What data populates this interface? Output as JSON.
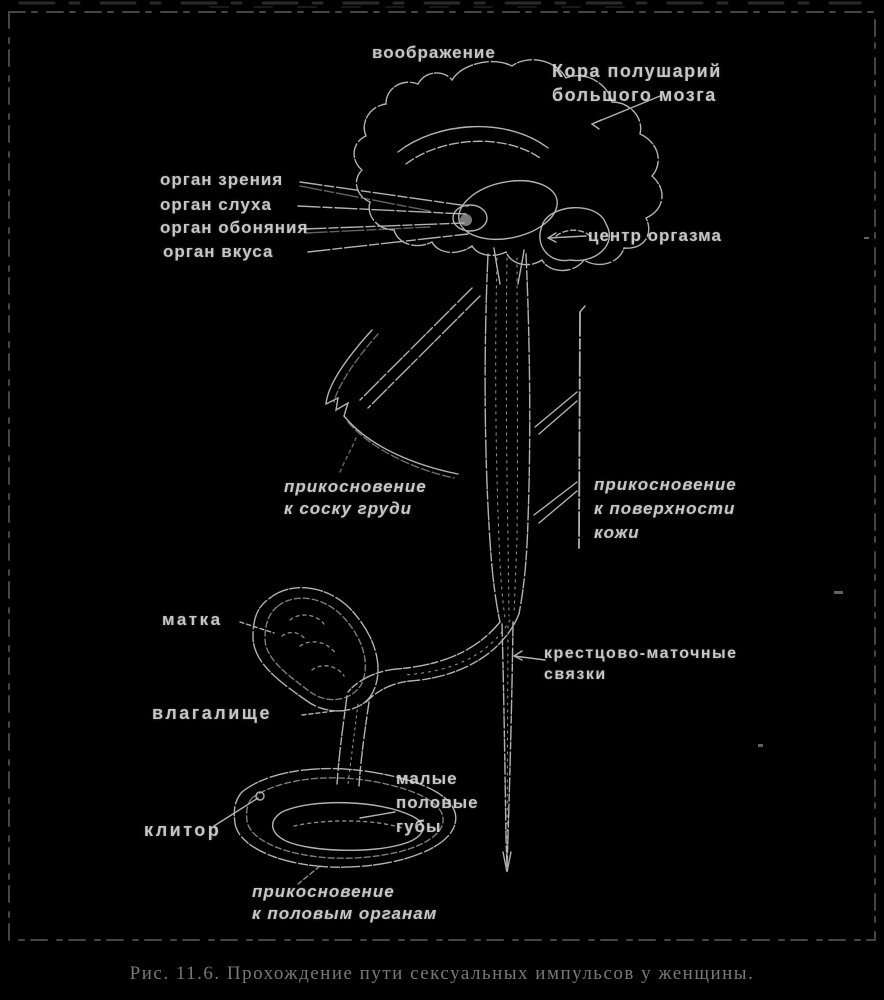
{
  "figure": {
    "caption": "Рис. 11.6. Прохождение пути сексуальных импульсов у женщины.",
    "colors": {
      "background": "#000000",
      "ink": "#c6c6c6",
      "label_text": "#d6d6d6",
      "caption_text": "#8d8d8d",
      "frame": "#6e6e6e"
    },
    "labels": {
      "imagination": "воображение",
      "cortex": "Кора полушарий\nбольшого мозга",
      "organ_vision": "орган зрения",
      "organ_hearing": "орган слуха",
      "organ_smell": "орган обоняния",
      "organ_taste": "орган вкуса",
      "orgasm_center": "центр оргазма",
      "breast_touch": "прикосновение\nк соску груди",
      "skin_touch": "прикосновение\nк поверхности\nкожи",
      "uterus": "матка",
      "sacrouterine_ligaments": "крестцово-маточные\nсвязки",
      "vagina": "влагалище",
      "labia_minora": "малые\nполовые\nгубы",
      "clitoris": "клитор",
      "genital_touch": "прикосновение\nк половым органам"
    }
  }
}
